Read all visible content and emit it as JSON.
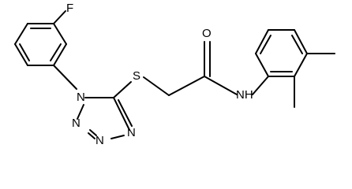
{
  "atoms": {
    "fluorine": "F",
    "sulfur": "S",
    "oxygen": "O",
    "amide_nh": "NH",
    "tetrazole_n1": "N",
    "tetrazole_n2": "N",
    "tetrazole_n3": "N",
    "tetrazole_n4": "N"
  },
  "colors": {
    "bond": "#000000",
    "label": "#000000",
    "background": "#ffffff"
  }
}
